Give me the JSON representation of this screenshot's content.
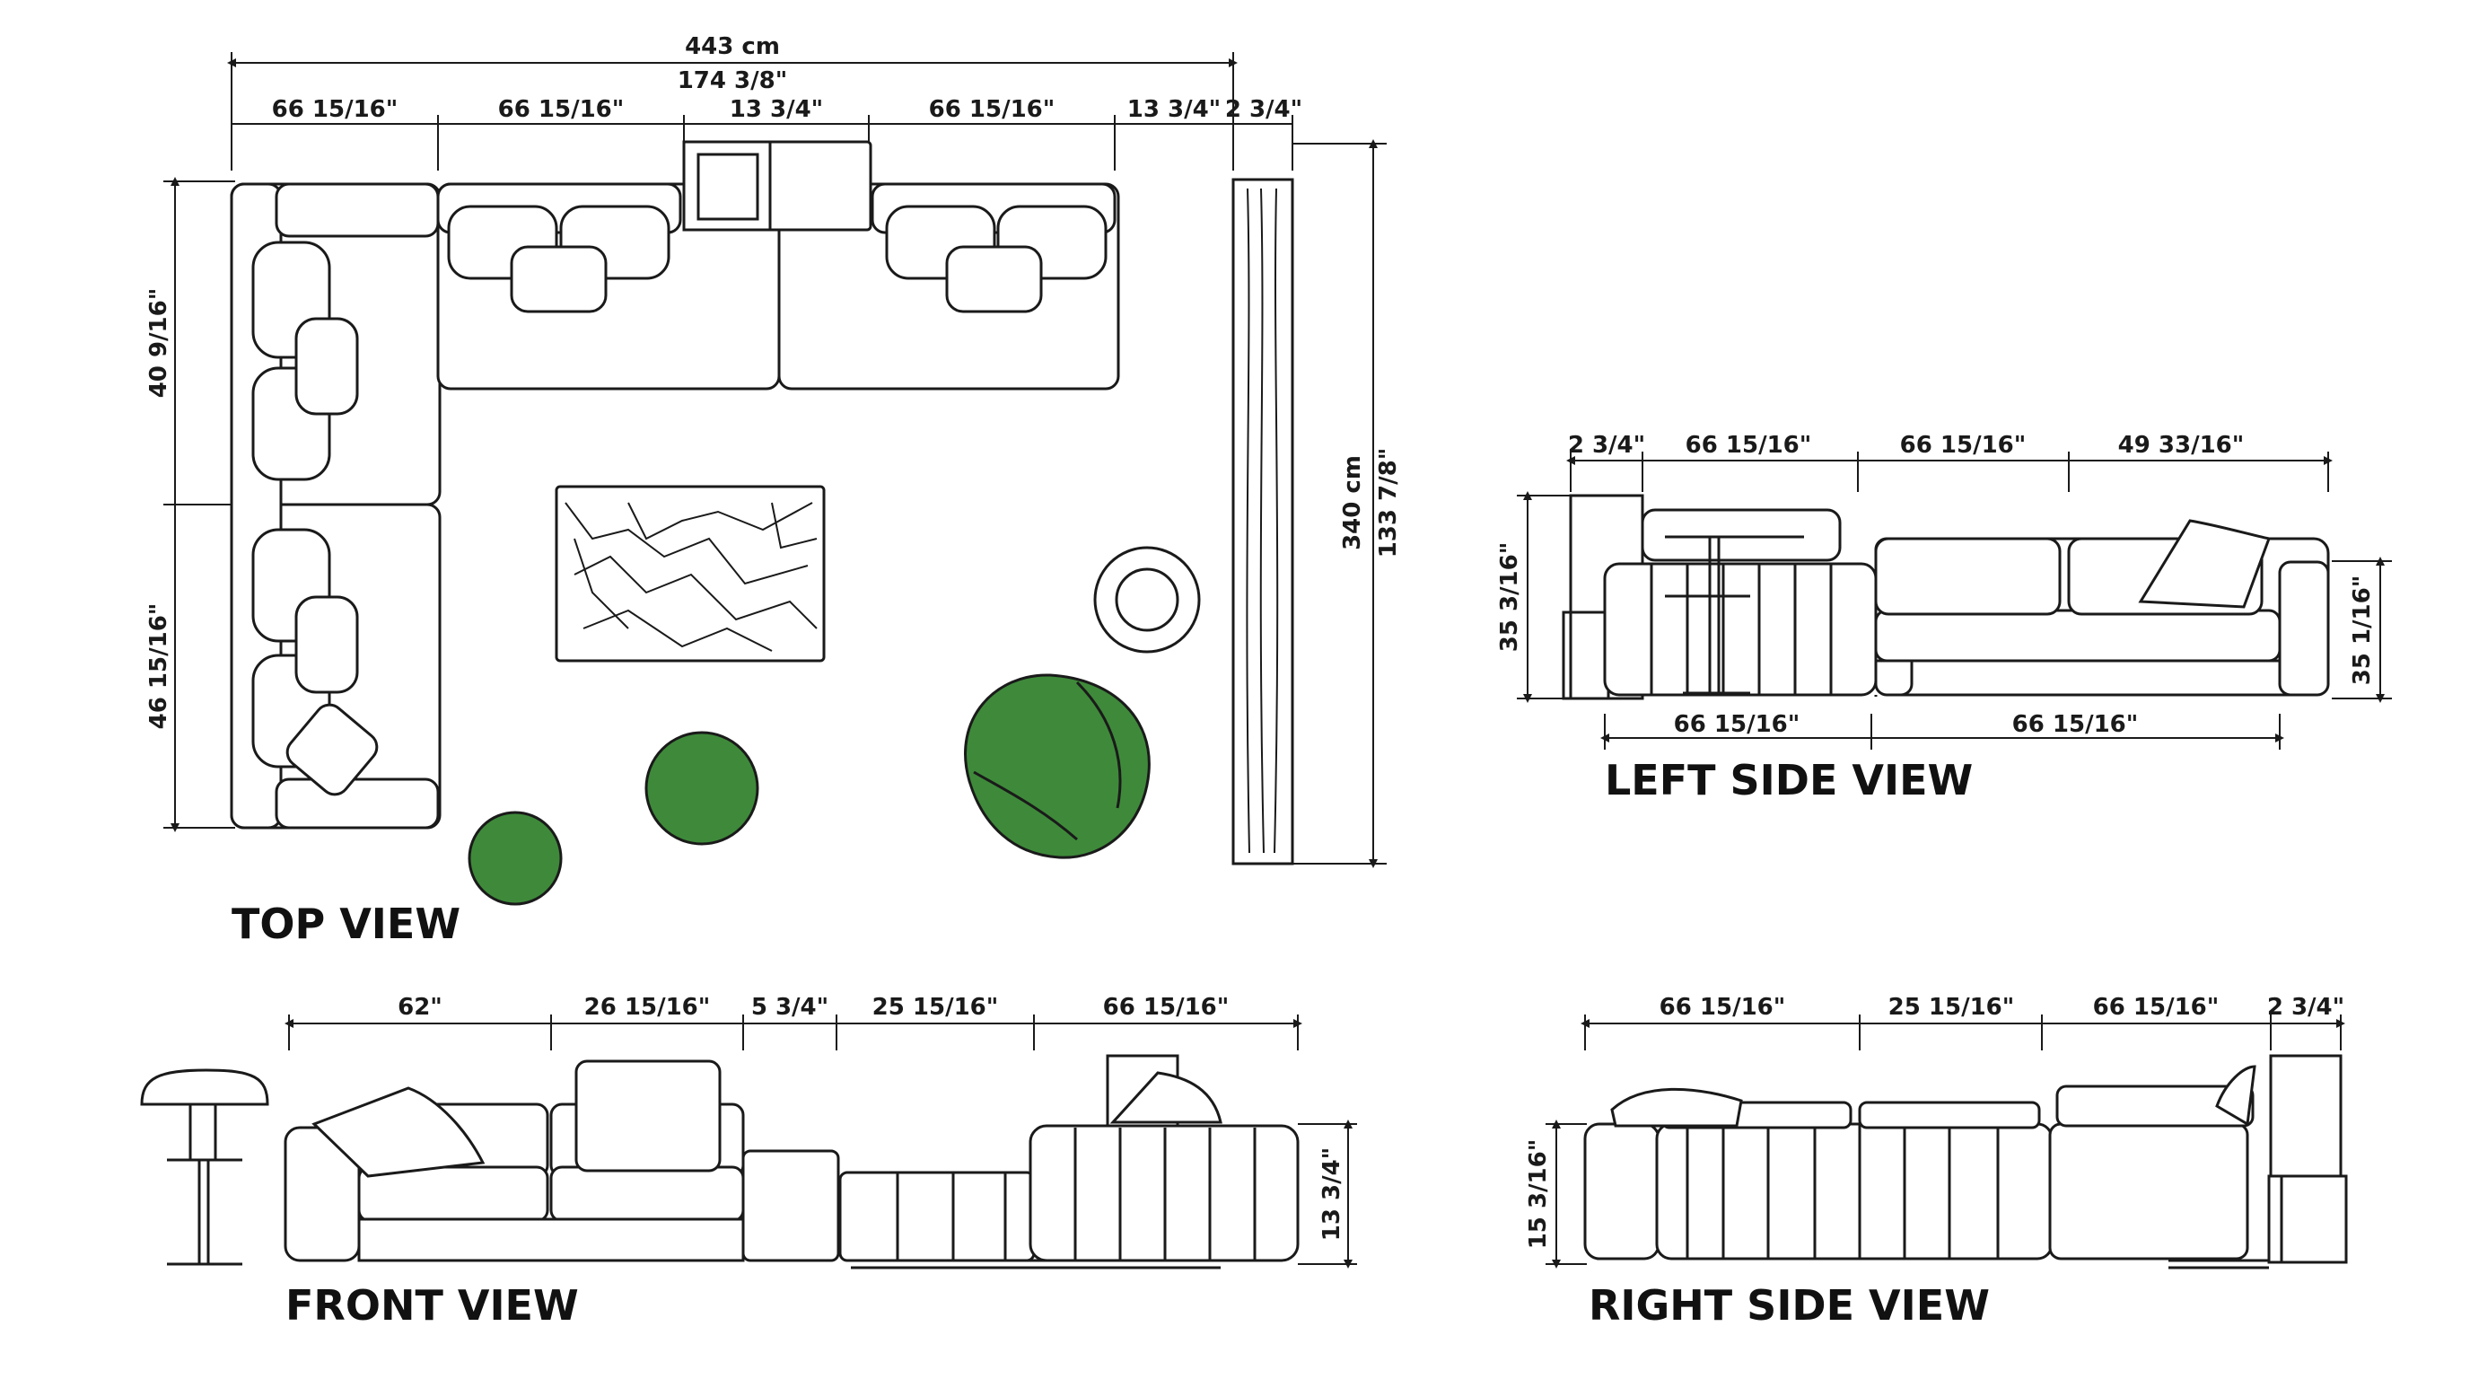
{
  "colors": {
    "line": "#1a1a1a",
    "accent_green": "#3e8a3a",
    "background": "#ffffff"
  },
  "top_view": {
    "title": "TOP VIEW",
    "total_width_cm": "443 cm",
    "total_width_in": "174 3/8\"",
    "segments": [
      "66 15/16\"",
      "66 15/16\"",
      "13 3/4\"",
      "66 15/16\"",
      "13 3/4\"",
      "2 3/4\""
    ],
    "left_upper": "40 9/16\"",
    "left_lower": "46 15/16\"",
    "right_cm": "340 cm",
    "right_in": "133 7/8\""
  },
  "left_side_view": {
    "title": "LEFT SIDE VIEW",
    "top_segments": [
      "2 3/4\"",
      "66 15/16\"",
      "66 15/16\"",
      "49 33/16\""
    ],
    "bottom_segments": [
      "66 15/16\"",
      "66 15/16\""
    ],
    "left_height": "35 3/16\"",
    "right_height": "35 1/16\""
  },
  "front_view": {
    "title": "FRONT VIEW",
    "segments": [
      "62\"",
      "26 15/16\"",
      "5 3/4\"",
      "25 15/16\"",
      "66 15/16\""
    ],
    "right_height": "13 3/4\""
  },
  "right_side_view": {
    "title": "RIGHT SIDE VIEW",
    "segments": [
      "66 15/16\"",
      "25 15/16\"",
      "66 15/16\"",
      "2 3/4\""
    ],
    "left_height": "15 3/16\""
  }
}
